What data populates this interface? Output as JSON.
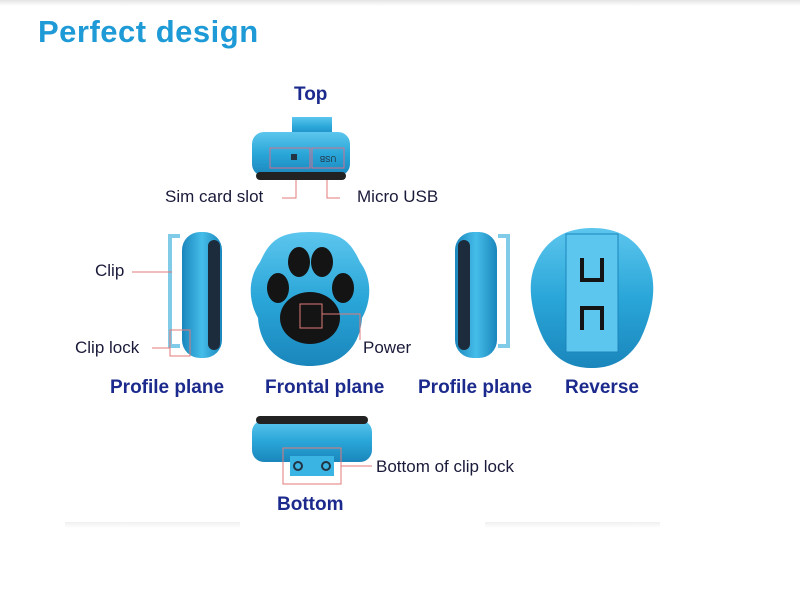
{
  "title": "Perfect design",
  "views": {
    "top": "Top",
    "profile_left": "Profile plane",
    "frontal": "Frontal plane",
    "profile_right": "Profile plane",
    "reverse": "Reverse",
    "bottom": "Bottom"
  },
  "callouts": {
    "sim": "Sim card slot",
    "usb": "Micro USB",
    "clip": "Clip",
    "clip_lock": "Clip lock",
    "power": "Power",
    "bottom_clip_lock": "Bottom of clip lock"
  },
  "device_text": {
    "usb_port": "USB"
  },
  "colors": {
    "title": "#1e9ad6",
    "label": "#1b2a8c",
    "device": "#2aa6d8",
    "callout_line": "#e07a7a"
  }
}
